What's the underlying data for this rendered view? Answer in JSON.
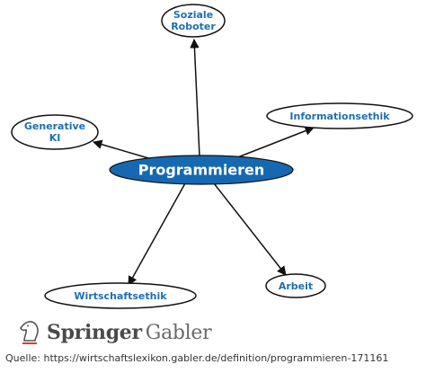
{
  "diagram": {
    "center": "Programmieren",
    "nodes": [
      {
        "id": "soziale-roboter",
        "lines": [
          "Soziale",
          "Roboter"
        ]
      },
      {
        "id": "generative-ki",
        "lines": [
          "Generative",
          "KI"
        ]
      },
      {
        "id": "informationsethik",
        "lines": [
          "Informationsethik"
        ]
      },
      {
        "id": "wirtschaftsethik",
        "lines": [
          "Wirtschaftsethik"
        ]
      },
      {
        "id": "arbeit",
        "lines": [
          "Arbeit"
        ]
      }
    ],
    "colors": {
      "center_fill": "#1669b0",
      "node_text": "#1f6fb0",
      "edge": "#111111"
    }
  },
  "publisher": {
    "name_bold": "Springer",
    "name_light": "Gabler",
    "logo_icon": "chess-knight-logo"
  },
  "source": {
    "label": "Quelle:",
    "url": "https://wirtschaftslexikon.gabler.de/definition/programmieren-171161"
  }
}
